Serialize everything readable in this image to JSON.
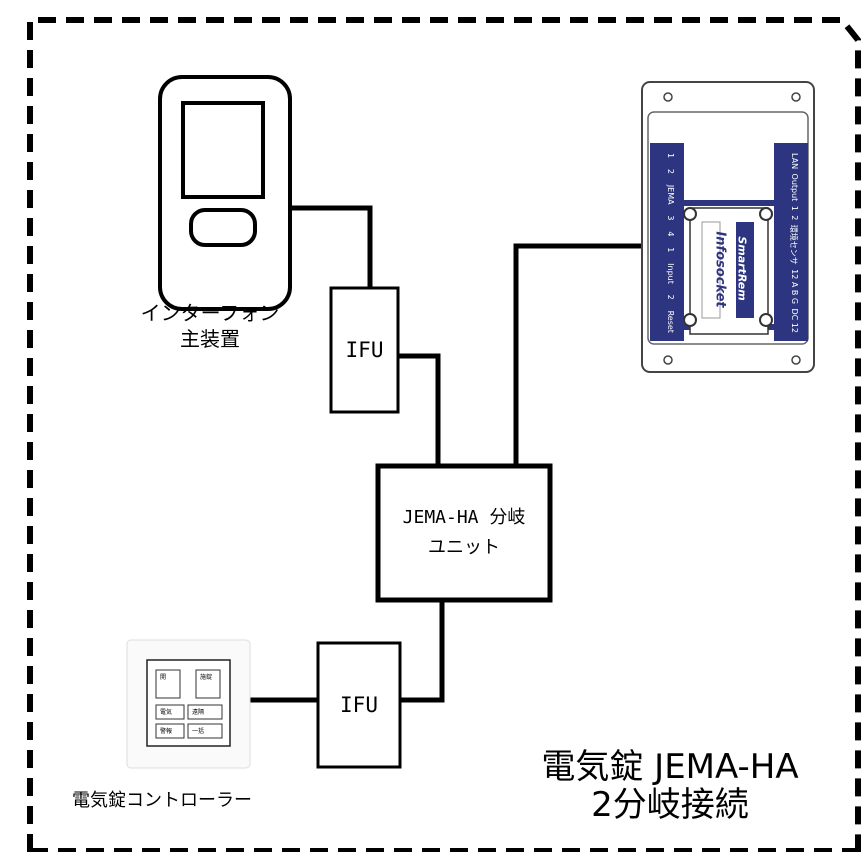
{
  "intercom": {
    "label_line1": "インターフォン",
    "label_line2": "主装置"
  },
  "ifu_top": {
    "label": "IFU"
  },
  "ifu_bottom": {
    "label": "IFU"
  },
  "branch_unit": {
    "label_line1": "JEMA-HA 分岐",
    "label_line2": "ユニット"
  },
  "controller": {
    "label": "電気錠コントローラー",
    "panel_buttons": [
      "開",
      "施錠",
      "電気",
      "遠隔",
      "警報",
      "一括"
    ]
  },
  "infosocket": {
    "brand_line1": "SmartRem",
    "brand_line2": "Infosocket",
    "left_labels": [
      "1",
      "2",
      "JEMA",
      "3",
      "4",
      "1",
      "Input",
      "2",
      "Reset"
    ],
    "right_labels": [
      "LAN",
      "Output",
      "1",
      "2",
      "環境センサ",
      "12 A B G",
      "DC 12"
    ]
  },
  "title": {
    "line1": "電気錠 JEMA-HA",
    "line2": "2分岐接続"
  }
}
